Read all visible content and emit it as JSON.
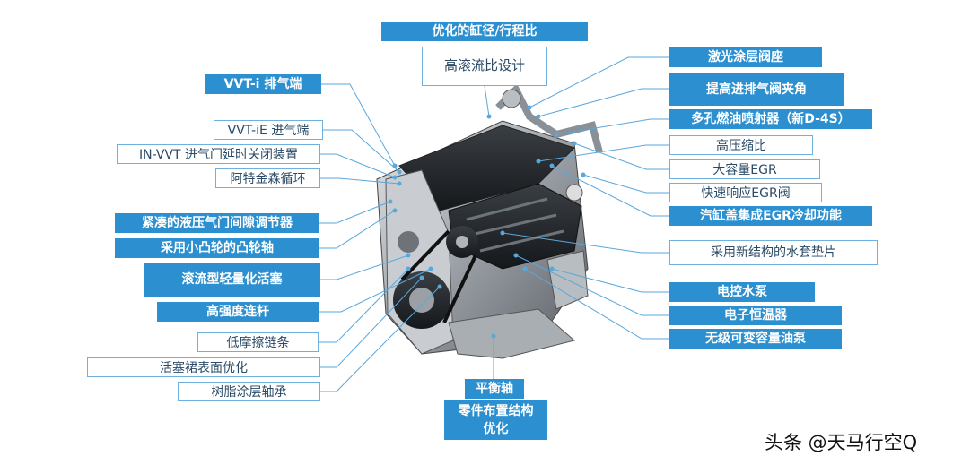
{
  "labels": {
    "top_cyl": "优化的缸径/行程比",
    "top_tumble": "高滚流比设计",
    "l_vvti": "VVT-i 排气端",
    "l_vvtie": "VVT-iE 进气端",
    "l_invvt": "IN-VVT 进气门延时关闭装置",
    "l_atkinson": "阿特金森循环",
    "l_hlash": "紧凑的液压气门间隙调节器",
    "l_cam": "采用小凸轮的凸轮轴",
    "l_piston": "滚流型轻量化活塞",
    "l_rod": "高强度连杆",
    "l_chain": "低摩擦链条",
    "l_skirt": "活塞裙表面优化",
    "l_bearing": "树脂涂层轴承",
    "r_laser": "激光涂层阀座",
    "r_valve_angle": "提高进排气阀夹角",
    "r_injector": "多孔燃油喷射器（新D-4S）",
    "r_compression": "高压缩比",
    "r_egr": "大容量EGR",
    "r_egr_valve": "快速响应EGR阀",
    "r_egr_cool": "汽缸盖集成EGR冷却功能",
    "r_jacket": "采用新结构的水套垫片",
    "r_pump": "电控水泵",
    "r_thermo": "电子恒温器",
    "r_oilpump": "无级可变容量油泵",
    "b_balance": "平衡轴",
    "b_layout": "零件布置结构\n优化"
  },
  "watermark": "头条 @天马行空Q",
  "colors": {
    "accent": "#2b8fd0",
    "line": "#5aa7dc",
    "outline": "#6fb1de"
  }
}
